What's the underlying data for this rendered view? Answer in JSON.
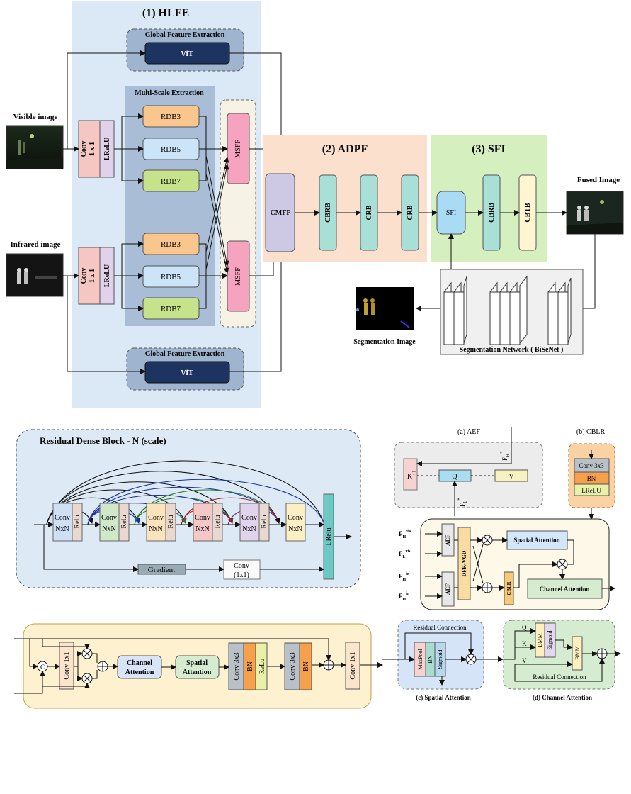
{
  "hlfe": {
    "title": "(1) HLFE",
    "global_top": "Global Feature Extraction",
    "global_bottom": "Global Feature Extraction",
    "vit": "ViT",
    "multiscale": "Multi-Scale Extraction",
    "conv_line1": "Conv",
    "conv_line2": "1 x 1",
    "lrelu": "LReLU",
    "rdb3": "RDB3",
    "rdb5": "RDB5",
    "rdb7": "RDB7",
    "msff": "MSFF"
  },
  "inputs": {
    "visible": "Visible image",
    "infrared": "Infrared image"
  },
  "adpf": {
    "title": "(2) ADPF",
    "cmff": "CMFF",
    "cbrb": "CBRB",
    "crb": "CRB"
  },
  "sfi": {
    "title": "(3) SFI",
    "sfi": "SFI",
    "cbrb": "CBRB",
    "cbtb": "CBTB",
    "fused": "Fused Image"
  },
  "seg": {
    "image": "Segmentation Image",
    "network": "Segmentation Network ( BiSeNet )"
  },
  "rdb": {
    "title": "Residual Dense Block - N (scale)",
    "conv": "Conv",
    "nxn": "NxN",
    "relu": "Relu",
    "lrelu": "LRelu",
    "gradient": "Gradient",
    "conv1x1_a": "Conv",
    "conv1x1_b": "(1x1)"
  },
  "aef": {
    "caption": "(a)  AEF",
    "k": "K",
    "k_sup": "T",
    "q": "Q",
    "v": "V",
    "fh": "F",
    "fh_sub": "H",
    "fh_sup": "*",
    "fl": "F",
    "fl_sub": "L",
    "fl_sup": "*"
  },
  "cblr": {
    "caption": "(b)  CBLR",
    "conv": "Conv 3x3",
    "bn": "BN",
    "lrelu": "LReLU"
  },
  "mid": {
    "f": "F",
    "fh_vis_sub": "H",
    "fh_vis_sup": "vis",
    "fl_vis_sub": "L",
    "fl_vis_sup": "vis",
    "fh_ir_sub": "H",
    "fh_ir_sup": "ir",
    "fl_ir_sub": "H",
    "fl_ir_sup": "ir",
    "aef": "AEF",
    "dfr": "DFR-VGD",
    "cblr": "CBLR",
    "spatial": "Spatial Attention",
    "channel": "Channel Attention"
  },
  "sfi_detail": {
    "c": "C",
    "conv1x1": "Conv 1x1",
    "channel_a": "Channel",
    "channel_b": "Attention",
    "spatial_a": "Spatial",
    "spatial_b": "Attention",
    "conv3x3": "Conv 3x3",
    "bn": "BN",
    "relu": "ReLu"
  },
  "spatial_att": {
    "title": "Residual Connection",
    "maxpool": "MaxPool",
    "bn": "BN",
    "sigmoid": "Sigmoid",
    "caption": "(c)  Spatial Attention"
  },
  "channel_att": {
    "q": "Q",
    "k": "K",
    "v": "V",
    "bmm": "BMM",
    "sigmoid": "Sigmoid",
    "residual": "Residual Connection",
    "caption": "(d)  Channel Attention"
  }
}
